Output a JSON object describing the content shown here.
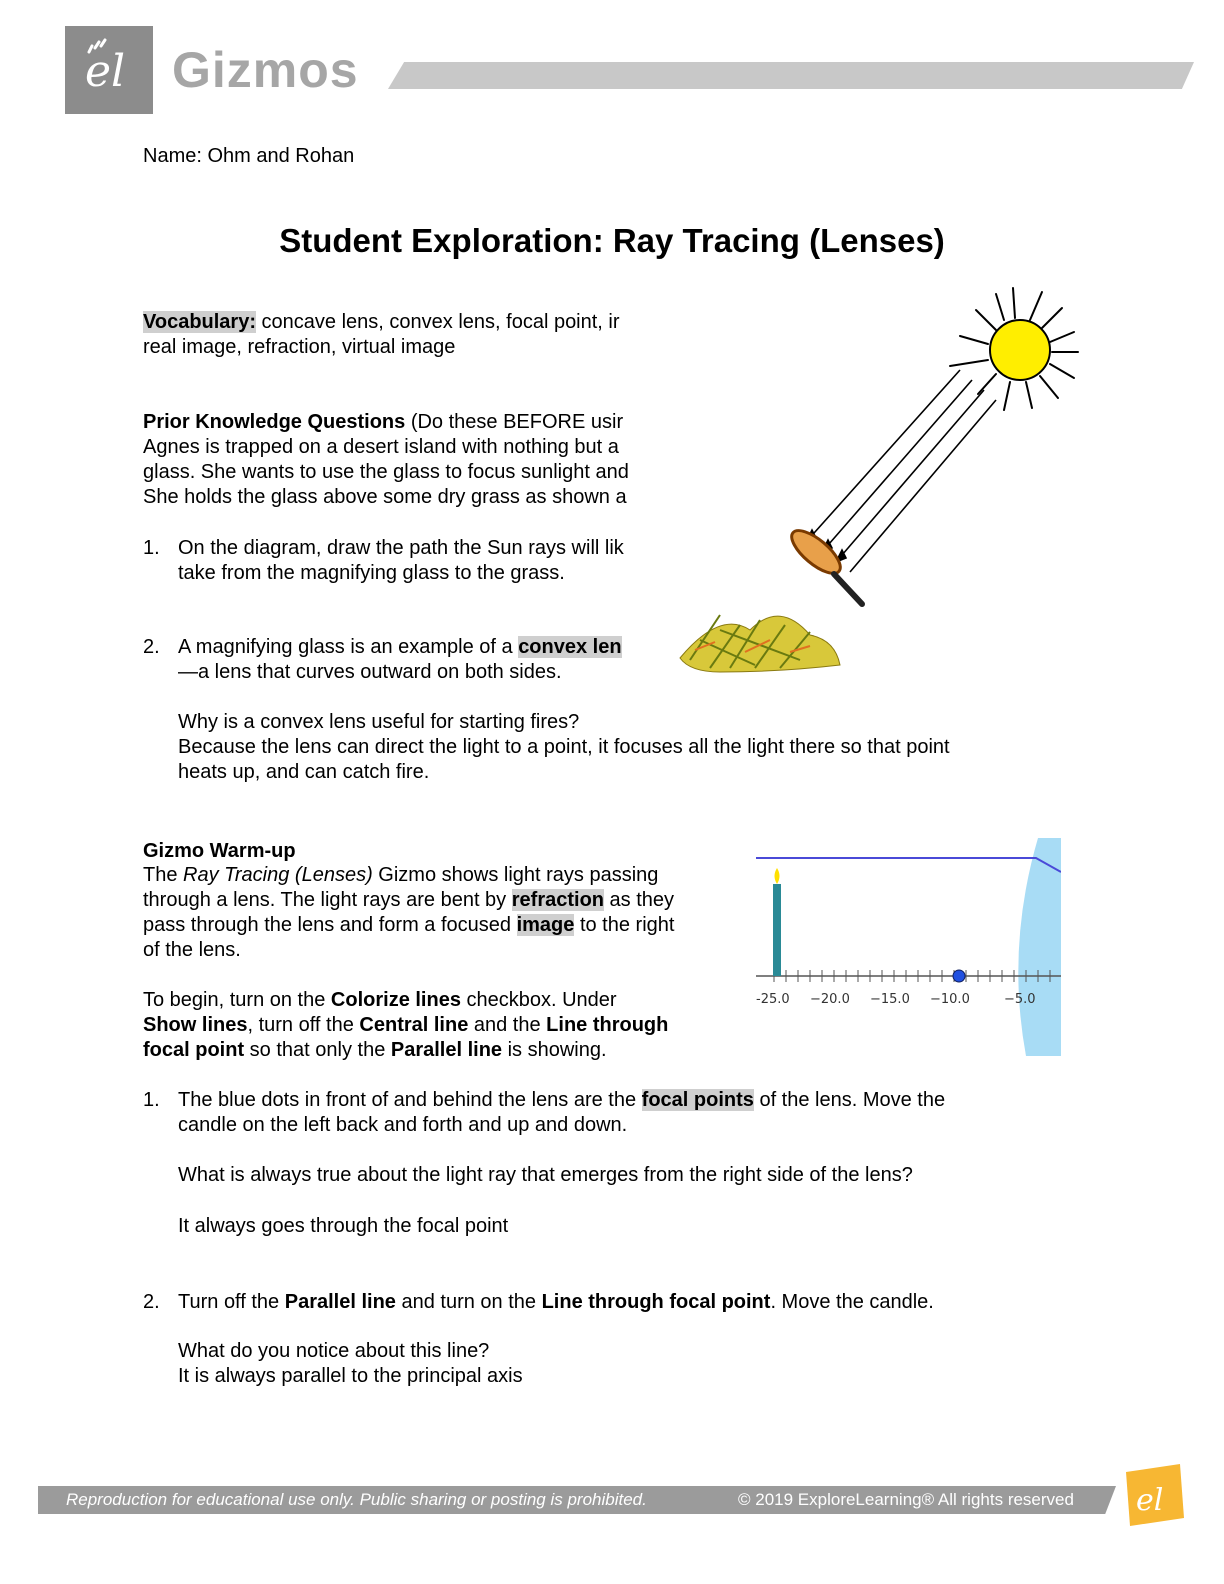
{
  "header": {
    "logo_icon": "el-logo-icon",
    "brand": "Gizmos"
  },
  "name_line": "Name: Ohm and Rohan",
  "title": "Student Exploration: Ray Tracing (Lenses)",
  "vocabulary": {
    "label": "Vocabulary:",
    "line1": " concave lens, convex lens, focal point, ir",
    "line2": "real image, refraction, virtual image"
  },
  "prior": {
    "heading": "Prior Knowledge Questions",
    "heading_rest": " (Do these BEFORE usir",
    "line1": "Agnes is trapped on a desert island with nothing but a",
    "line2": "glass. She wants to use the glass to focus sunlight and",
    "line3": "She holds the glass above some dry grass as shown a",
    "q1_num": "1.",
    "q1_line1": "On the diagram, draw the path the Sun rays will lik",
    "q1_line2": "take from the magnifying glass to the grass.",
    "q2_num": "2.",
    "q2_pre": "A magnifying glass is an example of a ",
    "q2_term": "convex len",
    "q2_line2": "—a lens that curves outward on both sides.",
    "q2_question": "Why is a convex lens useful for starting fires?",
    "q2_answer1": "Because the lens can direct the light to a point, it focuses all the light there so that point",
    "q2_answer2": "heats up, and can catch fire."
  },
  "warmup": {
    "heading": "Gizmo Warm-up",
    "p1_a": "The ",
    "p1_italic": "Ray Tracing (Lenses)",
    "p1_b": " Gizmo shows light rays passing",
    "p2_a": "through a lens. The light rays are bent by ",
    "p2_term": "refraction",
    "p2_b": " as they",
    "p3_a": "pass through the lens and form a focused ",
    "p3_term": "image",
    "p3_b": " to the right",
    "p4": "of the lens.",
    "b1_a": "To begin, turn on the ",
    "b1_bold": "Colorize lines",
    "b1_b": " checkbox. Under",
    "b2_bold1": "Show lines",
    "b2_a": ", turn off the ",
    "b2_bold2": "Central line",
    "b2_b": " and the ",
    "b2_bold3": "Line through",
    "b3_bold1": "focal point",
    "b3_a": " so that only the ",
    "b3_bold2": "Parallel line",
    "b3_b": " is showing.",
    "ticks": [
      "-25.0",
      "−20.0",
      "−15.0",
      "−10.0",
      "−5.0"
    ],
    "q1_num": "1.",
    "q1_a": "The blue dots in front of and behind the lens are the ",
    "q1_term": "focal points",
    "q1_b": " of the lens. Move the",
    "q1_line2": "candle on the left back and forth and up and down.",
    "q1_question": "What is always true about the light ray that emerges from the right side of the lens?",
    "q1_answer": "It always goes through the focal point",
    "q2_num": "2.",
    "q2_a": "Turn off the ",
    "q2_bold1": "Parallel line",
    "q2_b": " and turn on the ",
    "q2_bold2": "Line through focal point",
    "q2_c": ". Move the candle.",
    "q2_question": "What do you notice about this line?",
    "q2_answer": "It is always parallel to the principal axis"
  },
  "footer": {
    "left": "Reproduction for educational use only. Public sharing or posting is prohibited.",
    "right": "© 2019 ExploreLearning® All rights reserved"
  },
  "colors": {
    "header_gray": "#8c8c8c",
    "highlight": "#cfcfcf",
    "lens_blue": "#a8dcf5",
    "ray_blue": "#4a4ad8",
    "candle_teal": "#2a8a96",
    "sun_yellow": "#ffee00"
  }
}
